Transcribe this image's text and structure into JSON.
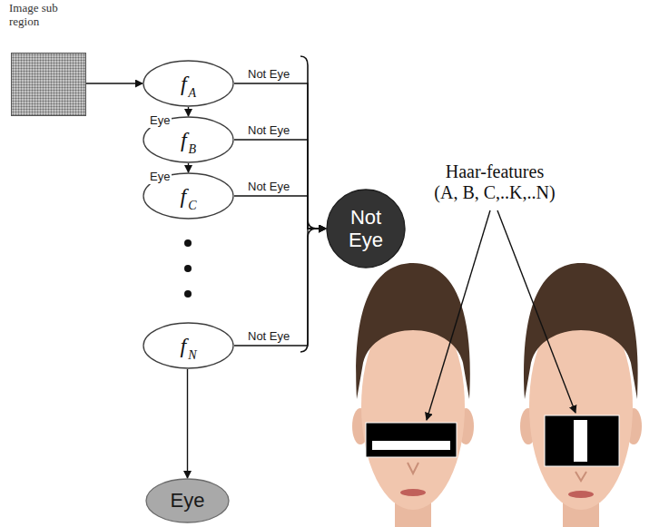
{
  "diagram": {
    "nodes": [
      {
        "text": [
          "Image sub region"
        ]
      },
      {
        "text": [
          "f",
          "A"
        ]
      },
      {
        "text": [
          "f",
          "B"
        ]
      },
      {
        "text": [
          "f",
          "C"
        ]
      },
      {
        "text": [
          "f",
          "N"
        ]
      },
      {
        "text": [
          "Eye"
        ]
      },
      {
        "text": [
          "Not Eye"
        ]
      }
    ],
    "edges": [
      {
        "from": 0,
        "to": 1,
        "arrow": "to"
      },
      {
        "from": 1,
        "to": 2,
        "label": "Eye",
        "arrow": "to"
      },
      {
        "from": 2,
        "to": 3,
        "label": "Eye",
        "arrow": "to"
      },
      {
        "from": 4,
        "to": 5,
        "arrow": "to"
      },
      {
        "from": 1,
        "to": 6,
        "label": "Not Eye",
        "arrow": "to"
      },
      {
        "from": 2,
        "to": 6,
        "label": "Not Eye",
        "arrow": "to"
      },
      {
        "from": 3,
        "to": 6,
        "label": "Not Eye",
        "arrow": "to"
      },
      {
        "from": 4,
        "to": 6,
        "label": "Not Eye",
        "arrow": "to"
      }
    ],
    "labels": [
      "Haar-features",
      "(A, B, C,..K,..N)"
    ]
  }
}
